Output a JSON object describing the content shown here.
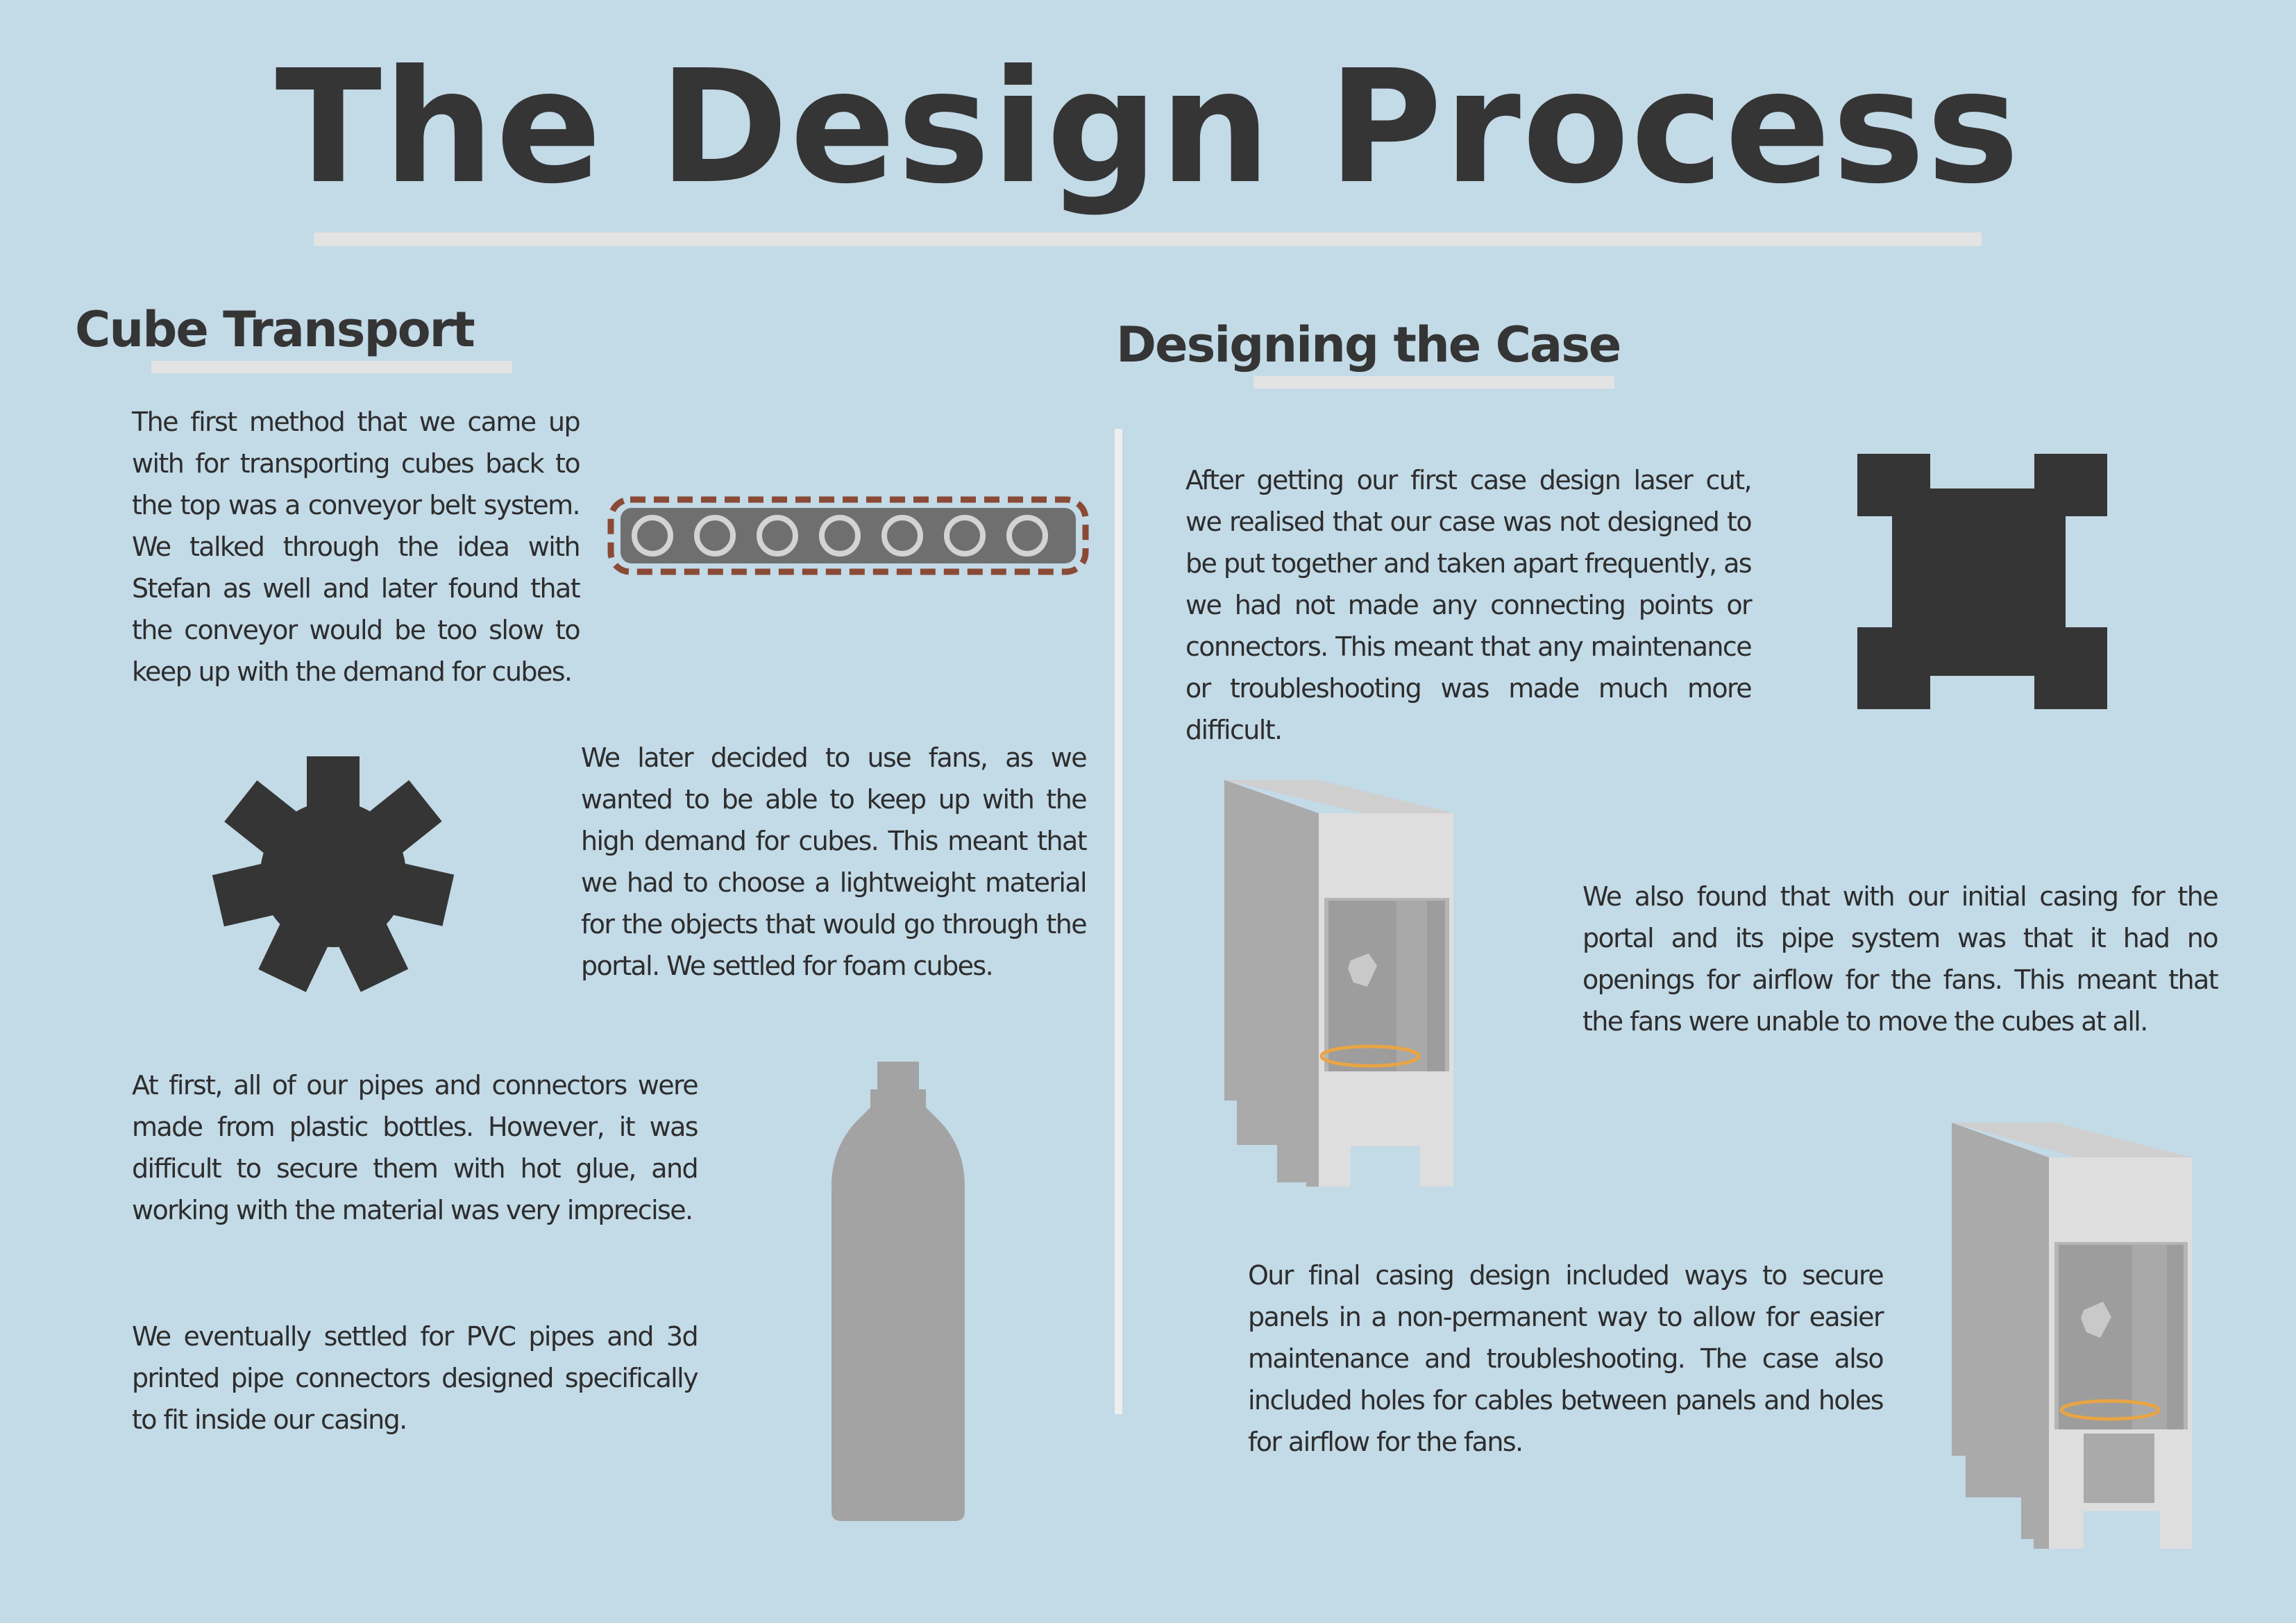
{
  "page": {
    "title": "The Design Process"
  },
  "left": {
    "heading": "Cube Transport",
    "para1": "The first method that we came up with for transporting cubes back to the top was a conveyor belt system. We talked through the idea with Stefan as well and later found that the conveyor would be too slow to keep up with the demand for cubes.",
    "para2": "We later decided to use fans, as we wanted to be able to keep up with the high demand for cubes. This meant that we had to choose a lightweight material for the objects that would go through the portal. We settled for foam cubes.",
    "para3": "At first, all of our pipes and connectors were made from plastic bottles. However, it was difficult to secure them with hot glue, and working with the material was very imprecise.",
    "para4": "We eventually settled for PVC pipes and 3d printed pipe connectors designed specifically to fit inside our casing."
  },
  "right": {
    "heading": "Designing the Case",
    "para1": "After getting our first case design laser cut, we realised that our case was not designed to be put together and taken apart frequently, as we had not made any connecting points or connectors. This meant that any maintenance or troubleshooting was made much more difficult.",
    "para2": "We also found that with our initial casing for the portal and its pipe system was that it had no openings for airflow for the fans. This meant that the fans were unable to move the cubes at all.",
    "para3": "Our final casing design included ways to secure panels in a non-permanent way to allow for easier maintenance and troubleshooting. The case also included holes for cables between panels and holes for airflow for the fans."
  },
  "colors": {
    "background": "#c3dae7",
    "dark": "#353535",
    "rule": "#e3e3e3",
    "belt": "#6f6f6f",
    "belt_dash": "#8a4a35",
    "bottle": "#a3a3a3",
    "ring": "#e8a546"
  },
  "icons": [
    "conveyor-belt-icon",
    "fan-icon",
    "bottle-icon",
    "connector-cross-icon",
    "initial-case-icon",
    "final-case-icon"
  ]
}
